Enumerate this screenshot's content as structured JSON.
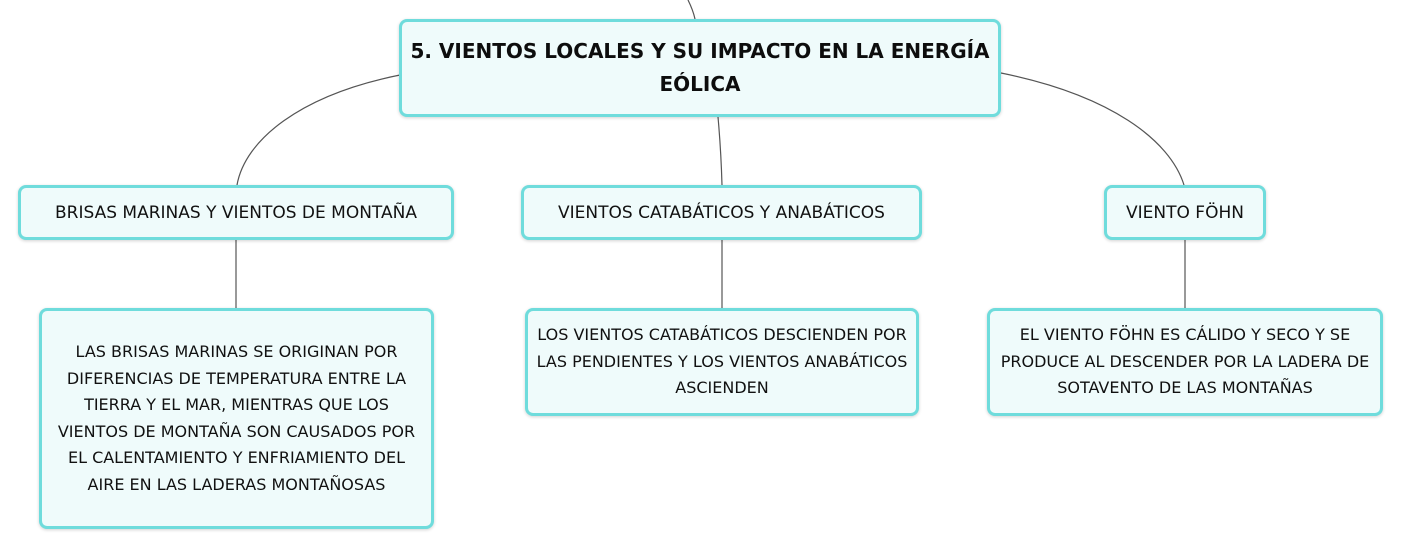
{
  "diagram": {
    "root": {
      "title": "5. VIENTOS LOCALES Y SU IMPACTO EN LA ENERGÍA EÓLICA"
    },
    "branches": [
      {
        "label": "BRISAS MARINAS Y VIENTOS DE MONTAÑA",
        "detail": "LAS BRISAS MARINAS SE ORIGINAN POR DIFERENCIAS DE TEMPERATURA ENTRE LA TIERRA Y EL MAR, MIENTRAS QUE LOS VIENTOS DE MONTAÑA SON CAUSADOS POR EL CALENTAMIENTO Y ENFRIAMIENTO DEL AIRE EN LAS LADERAS MONTAÑOSAS"
      },
      {
        "label": "VIENTOS CATABÁTICOS Y ANABÁTICOS",
        "detail": "LOS VIENTOS CATABÁTICOS DESCIENDEN POR LAS PENDIENTES Y LOS VIENTOS ANABÁTICOS ASCIENDEN"
      },
      {
        "label": "VIENTO FÖHN",
        "detail": "EL VIENTO FÖHN ES CÁLIDO Y SECO Y SE PRODUCE AL DESCENDER POR LA LADERA DE SOTAVENTO DE LAS MONTAÑAS"
      }
    ],
    "colors": {
      "node_border": "#6fdcdc",
      "node_fill": "#effbfb",
      "connector": "#555555"
    }
  }
}
